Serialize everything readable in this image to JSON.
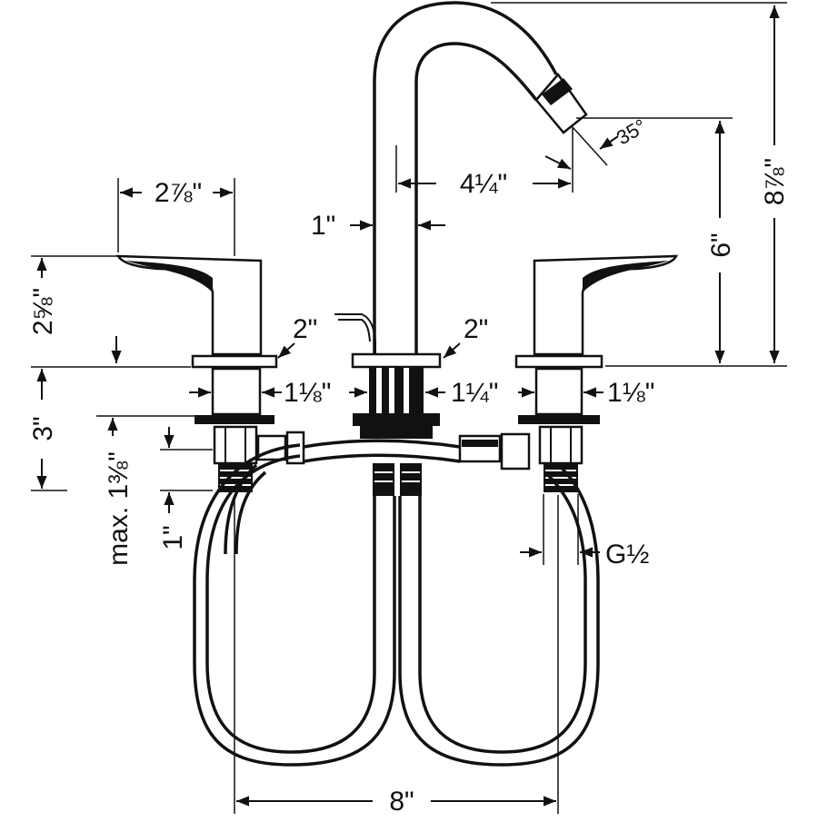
{
  "dimensions": {
    "handle_width": "2⅞\"",
    "handle_height": "2⅝\"",
    "escutcheon_left": "2\"",
    "escutcheon_center": "2\"",
    "spout_diameter": "1\"",
    "spout_reach": "4¼\"",
    "spout_angle": "35°",
    "spout_clearance": "6\"",
    "overall_height": "8⅞\"",
    "valve_body_left": "1⅛\"",
    "valve_body_center": "1¼\"",
    "valve_body_right": "1⅛\"",
    "shank_length": "3\"",
    "deck_thickness": "max. 1⅜\"",
    "min_deck": "1\"",
    "connection_thread": "G½",
    "center_spread": "8\""
  }
}
